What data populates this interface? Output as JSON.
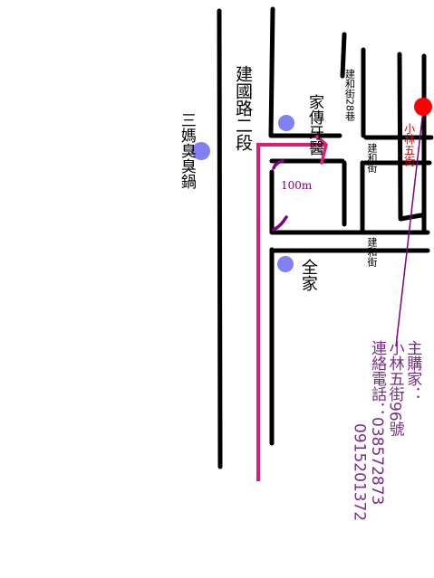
{
  "roads": {
    "main_road": "建國路二段",
    "lane_28": "建和街28巷",
    "jianhe_street_upper": "建和街",
    "jianhe_street_lower": "建和街",
    "xiaolin_5th_street": "小林五街"
  },
  "landmarks": {
    "dentist": "家傳牙醫",
    "family_mart": "全家",
    "stinky_pot": "三媽臭臭鍋"
  },
  "scale_label": "100m",
  "contact": {
    "lines": [
      "主購家：",
      "小林五街96號",
      "連絡電話：038572873",
      "0915201372"
    ]
  },
  "colors": {
    "road": "#000000",
    "route": "#e0197a",
    "poi": "#8080f0",
    "destination": "#ff0000",
    "scale": "#800080",
    "contact_text": "#7a2a8a"
  }
}
